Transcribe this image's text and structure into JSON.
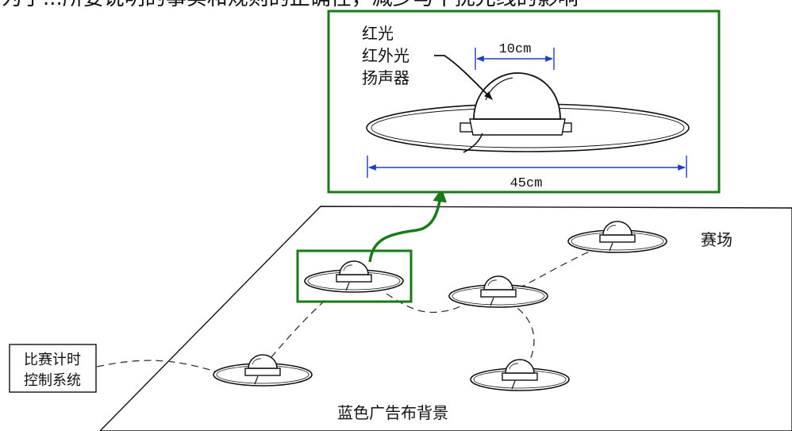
{
  "top_text": "为了...所要说明的事实和规则的正确性，减少与干扰光线的影响",
  "inset": {
    "labels": {
      "red_light": "红光",
      "infrared": "红外光",
      "speaker": "扬声器"
    },
    "dim_dome": "10cm",
    "dim_base": "45cm"
  },
  "field_label": "赛场",
  "backdrop_label": "蓝色广告布背景",
  "control_box": {
    "line1": "比赛计时",
    "line2": "控制系统"
  },
  "colors": {
    "highlight_green": "#1a7a1a",
    "dimension_blue": "#1f3fbf",
    "ink": "#111111"
  }
}
